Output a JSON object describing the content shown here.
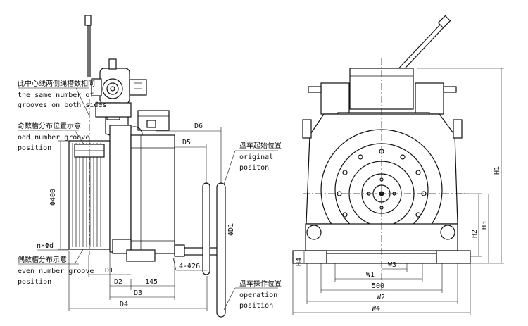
{
  "left_view": {
    "note_same": {
      "zh": "此中心线两侧绳槽数相同",
      "en1": "the same number of",
      "en2": "grooves on both sides"
    },
    "note_odd": {
      "zh": "奇数槽分布位置示意",
      "en1": "odd number groove",
      "en2": "position"
    },
    "note_even": {
      "zh": "偶数槽分布示意",
      "en1": "even number groove",
      "en2": "position"
    },
    "note_original": {
      "zh": "盘车起始位置",
      "en1": "original",
      "en2": "positon"
    },
    "note_operation": {
      "zh": "盘车操作位置",
      "en1": "operation",
      "en2": "position"
    },
    "dims": {
      "D6": "D6",
      "D5": "D5",
      "D1": "D1",
      "D2": "D2",
      "D3": "D3",
      "D4": "D4",
      "v145": "145",
      "bolt": "4-Φ26",
      "phi400": "Φ400",
      "phiD1": "ΦD1",
      "groove": "n×Φd"
    }
  },
  "right_view": {
    "dims": {
      "H1": "H1",
      "H2": "H2",
      "H3": "H3",
      "H4": "H4",
      "W1": "W1",
      "W2": "W2",
      "W3": "W3",
      "W4": "W4",
      "v500": "500"
    }
  }
}
